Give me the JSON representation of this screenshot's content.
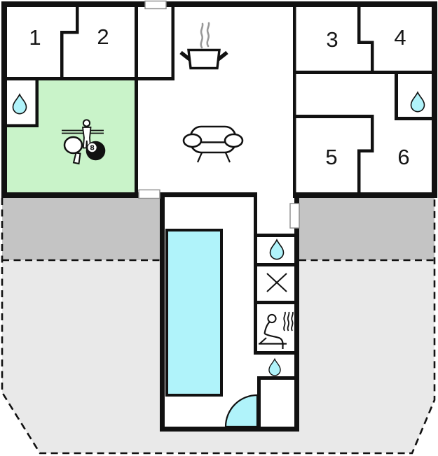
{
  "colors": {
    "wall": "#111111",
    "green": "#c9f3c9",
    "cyan": "#b0f3fa",
    "terrace": "#c4c4c4",
    "garden": "#e9e9e9",
    "steam": "#999999"
  },
  "rooms": [
    {
      "id": "room-1",
      "label": "1"
    },
    {
      "id": "room-2",
      "label": "2"
    },
    {
      "id": "room-3",
      "label": "3"
    },
    {
      "id": "room-4",
      "label": "4"
    },
    {
      "id": "room-5",
      "label": "5"
    },
    {
      "id": "room-6",
      "label": "6"
    }
  ],
  "billiards": {
    "number": "8"
  },
  "icons": [
    "water-drop-icon",
    "cooking-pot-icon",
    "steam-icon",
    "sofa-icon",
    "foosball-player-icon",
    "table-tennis-paddle-icon",
    "billiards-8ball-icon",
    "sauna-icon",
    "x-mark-icon",
    "door-swing-icon",
    "door-window-marker"
  ]
}
